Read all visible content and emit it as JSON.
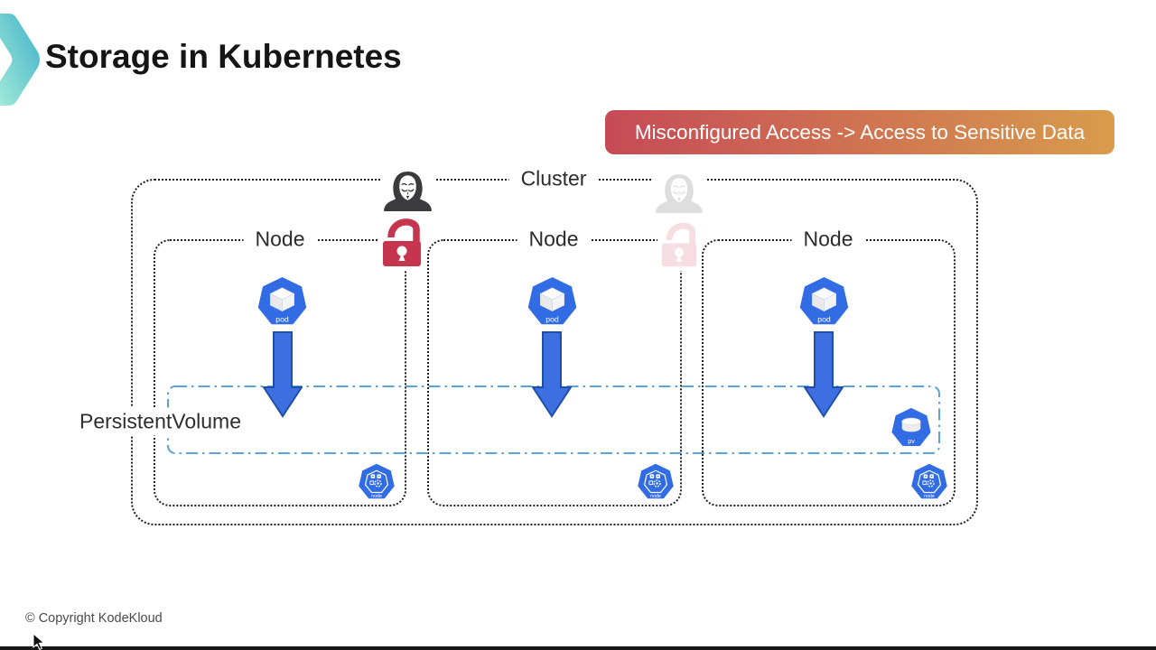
{
  "header": {
    "title": "Storage in Kubernetes"
  },
  "banner": {
    "text": "Misconfigured Access -> Access to Sensitive Data",
    "color_from": "#c64a57",
    "color_to": "#d89c4c",
    "text_color": "#ffffff"
  },
  "diagram": {
    "cluster_label": "Cluster",
    "node_label": "Node",
    "persistent_volume_label": "PersistentVolume",
    "pod_icon_text": "pod",
    "pv_icon_text": "pv",
    "node_icon_text": "node",
    "colors": {
      "kubernetes_blue": "#326ce5",
      "arrow_blue": "#3e6fe0",
      "arrow_border": "#1d4fa8",
      "lock_red": "#c5354e",
      "pv_box_blue": "#5ba3d9",
      "hacker_gray": "#3b3b3d",
      "box_border": "#1f1f1f"
    }
  },
  "footer": {
    "copyright": "© Copyright KodeKloud"
  }
}
